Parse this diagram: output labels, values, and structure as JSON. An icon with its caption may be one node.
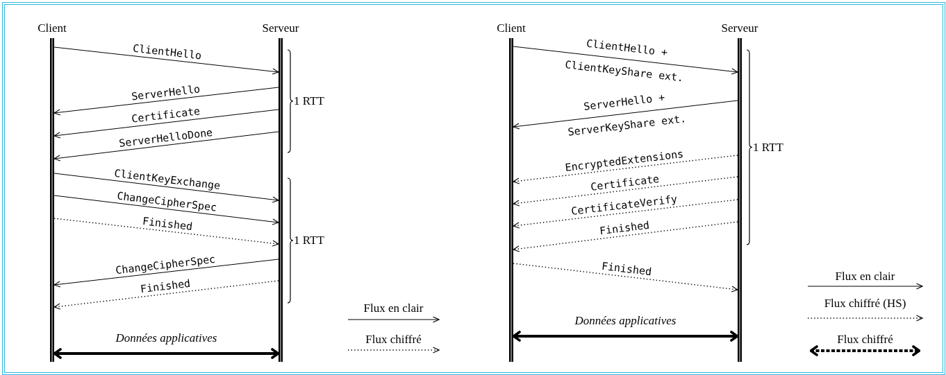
{
  "diagram": {
    "nodes": [
      {
        "text": [
          "Client"
        ]
      },
      {
        "text": [
          "Serveur"
        ]
      },
      {
        "text": [
          "Client"
        ]
      },
      {
        "text": [
          "Serveur"
        ]
      }
    ],
    "edges": [
      {
        "from": 0,
        "to": 1,
        "arrow": "to",
        "label": "ClientHello"
      },
      {
        "from": 1,
        "to": 0,
        "arrow": "to",
        "label": "ServerHello"
      },
      {
        "from": 1,
        "to": 0,
        "arrow": "to",
        "label": "Certificate"
      },
      {
        "from": 1,
        "to": 0,
        "arrow": "to",
        "label": "ServerHelloDone"
      },
      {
        "from": 0,
        "to": 1,
        "arrow": "to",
        "label": "ClientKeyExchange"
      },
      {
        "from": 0,
        "to": 1,
        "arrow": "to",
        "label": "ChangeCipherSpec"
      },
      {
        "from": 0,
        "to": 1,
        "arrow": "to",
        "label": "Finished",
        "style": "dashed"
      },
      {
        "from": 1,
        "to": 0,
        "arrow": "to",
        "label": "ChangeCipherSpec"
      },
      {
        "from": 1,
        "to": 0,
        "arrow": "to",
        "label": "Finished",
        "style": "dashed"
      },
      {
        "from": 0,
        "to": 1,
        "arrow": "both",
        "label": "Données applicatives",
        "style": "thick"
      },
      {
        "from": 2,
        "to": 3,
        "arrow": "to",
        "label": "ClientHello + ClientKeyShare ext."
      },
      {
        "from": 3,
        "to": 2,
        "arrow": "to",
        "label": "ServerHello + ServerKeyShare ext."
      },
      {
        "from": 3,
        "to": 2,
        "arrow": "to",
        "label": "EncryptedExtensions",
        "style": "dashed"
      },
      {
        "from": 3,
        "to": 2,
        "arrow": "to",
        "label": "Certificate",
        "style": "dashed"
      },
      {
        "from": 3,
        "to": 2,
        "arrow": "to",
        "label": "CertificateVerify",
        "style": "dashed"
      },
      {
        "from": 3,
        "to": 2,
        "arrow": "to",
        "label": "Finished",
        "style": "dashed"
      },
      {
        "from": 2,
        "to": 3,
        "arrow": "to",
        "label": "Finished",
        "style": "dashed"
      },
      {
        "from": 2,
        "to": 3,
        "arrow": "both",
        "label": "Données applicatives",
        "style": "thick"
      }
    ],
    "labels": [
      "1 RTT",
      "1 RTT",
      "1 RTT"
    ],
    "legend": [
      {
        "text": "Flux en clair"
      },
      {
        "text": "Flux chiffré"
      },
      {
        "text": "Flux en clair"
      },
      {
        "text": "Flux chiffré (HS)"
      },
      {
        "text": "Flux chiffré"
      }
    ]
  }
}
